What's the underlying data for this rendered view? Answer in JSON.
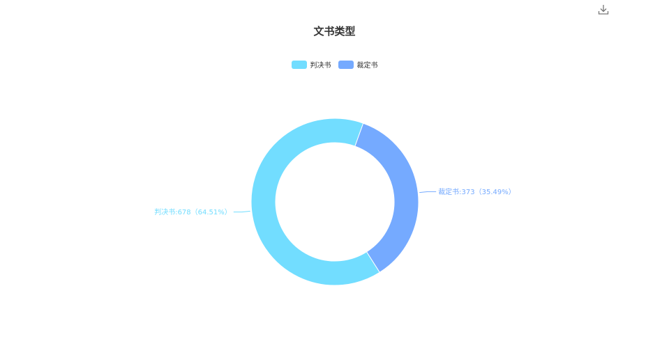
{
  "chart_data": {
    "type": "pie",
    "title": "文书类型",
    "legend_position": "top-center",
    "donut": true,
    "slices": [
      {
        "name": "判决书",
        "value": 678,
        "percent": "64.51%",
        "label": "判决书:678（64.51%）",
        "color": "#72ddff"
      },
      {
        "name": "裁定书",
        "value": 373,
        "percent": "35.49%",
        "label": "裁定书:373（35.49%）",
        "color": "#75aaff"
      }
    ]
  },
  "toolbar": {
    "download_icon": "download-icon"
  }
}
